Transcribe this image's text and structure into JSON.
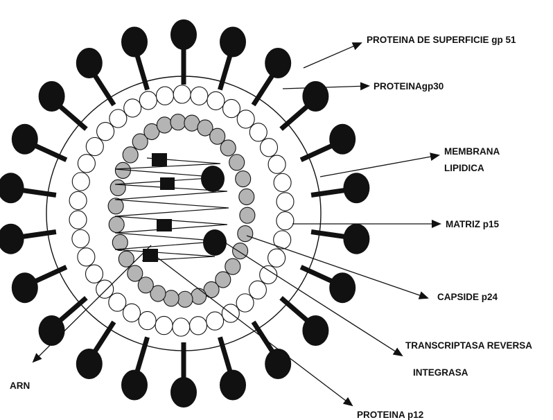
{
  "labels": {
    "gp51": "PROTEINA DE SUPERFICIE gp 51",
    "gp30": "PROTEINAgp30",
    "membrana_1": "MEMBRANA",
    "membrana_2": "LIPIDICA",
    "matriz": "MATRIZ p15",
    "capside": "CAPSIDE p24",
    "transcriptasa": "TRANSCRIPTASA REVERSA",
    "integrasa": "INTEGRASA",
    "arn": "ARN",
    "p12": "PROTEINA p12"
  },
  "colors": {
    "ink": "#111111",
    "capsid_fill": "#b4b4b4",
    "matrix_fill": "#ffffff",
    "background": "#ffffff"
  }
}
